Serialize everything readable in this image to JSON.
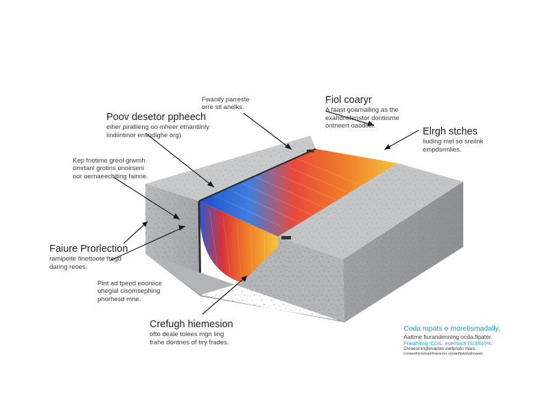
{
  "labels": {
    "top_small": {
      "line1": "Fwanily parreste",
      "line2": "orre stl anelks."
    },
    "top_right": {
      "title": "Fiol coaryr",
      "line1": "A faast goarrialling as the",
      "line2": "exahonlifenstor dontiisme",
      "line3": "ontneert oaodiler."
    },
    "upper_left": {
      "title": "Poov desetor ppheech",
      "line1": "eiher pirallieng oo mheer etnantilnly",
      "line2": "lindiintinor ensndighe org)"
    },
    "right": {
      "title": "Elrgh stches",
      "line1": "liuding mel so sreilnk",
      "line2": "empdsrmlies."
    },
    "mid_left": {
      "line1": "Kep fnotime greol grwmh",
      "line2": "omrtanl grotins onoirseni",
      "line3": "oor oernaeechiting fainne."
    },
    "failure": {
      "title": "Faiure Prorlection",
      "line1": "ramipeite finettoote fregd",
      "line2": "daring reoes."
    },
    "low_left": {
      "line1": "Pint ad tpeed eooniice",
      "line2": "ohegial cisomsephing",
      "line3": "phorhesd mne."
    },
    "bottom": {
      "title": "Crefugh hiemesion",
      "line1": "ofto deale tolees mgn ling",
      "line2": "frahe dontnes of tiry frades."
    },
    "corner": {
      "title": "Coda mpats o moretismadally,",
      "line1": "Aattme fiurandenning ocda.fipater.",
      "line2": "Frarahifing 'CDIL. esernuch (S(3/6)/)%.",
      "line3": "Dreaesiningtesaplan eadpnalo maro.",
      "line4": "coneeeilsnonranlmaranoo-sonanfilatahalnsaaer"
    }
  },
  "colors": {
    "concrete_light": "#c9cacc",
    "concrete_mid": "#a9abae",
    "concrete_dark": "#8b8d90",
    "gradient": [
      "#1f4fc4",
      "#3d7fe0",
      "#e84a3a",
      "#f07a2a",
      "#f5c53a"
    ],
    "corner_title": "#1e9bc0"
  }
}
